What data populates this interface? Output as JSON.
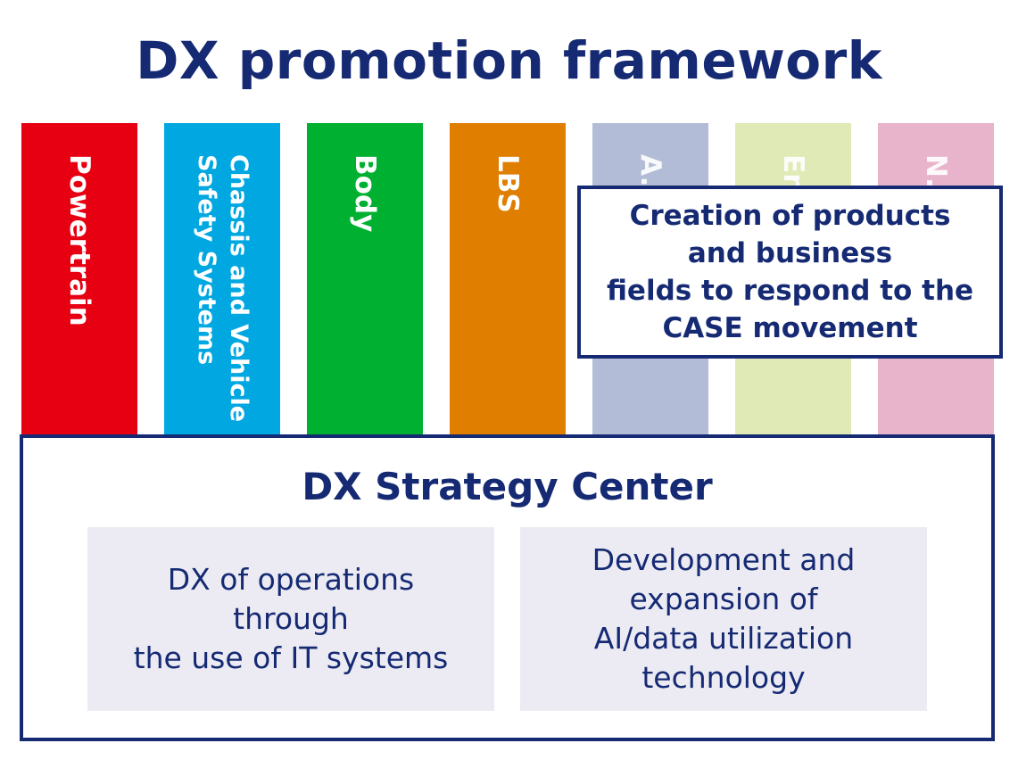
{
  "title": "DX promotion framework",
  "columns": [
    {
      "label": "Powertrain",
      "color": "#e60012"
    },
    {
      "label": "Chassis and Vehicle\nSafety Systems",
      "color": "#00a7e1"
    },
    {
      "label": "Body",
      "color": "#00b030"
    },
    {
      "label": "LBS",
      "color": "#e07e00"
    },
    {
      "label": "A...",
      "color": "#b3bcd6"
    },
    {
      "label": "En...tion",
      "color": "#dfeab7"
    },
    {
      "label": "N...s",
      "color": "#e8b4cb"
    }
  ],
  "case_box": {
    "text": "Creation of products\nand business\nfields to respond to the\nCASE movement"
  },
  "dx_center": {
    "title": "DX Strategy Center",
    "left_box": "DX of operations\nthrough\nthe use of IT systems",
    "right_box": "Development and\nexpansion of\nAI/data utilization\ntechnology"
  }
}
